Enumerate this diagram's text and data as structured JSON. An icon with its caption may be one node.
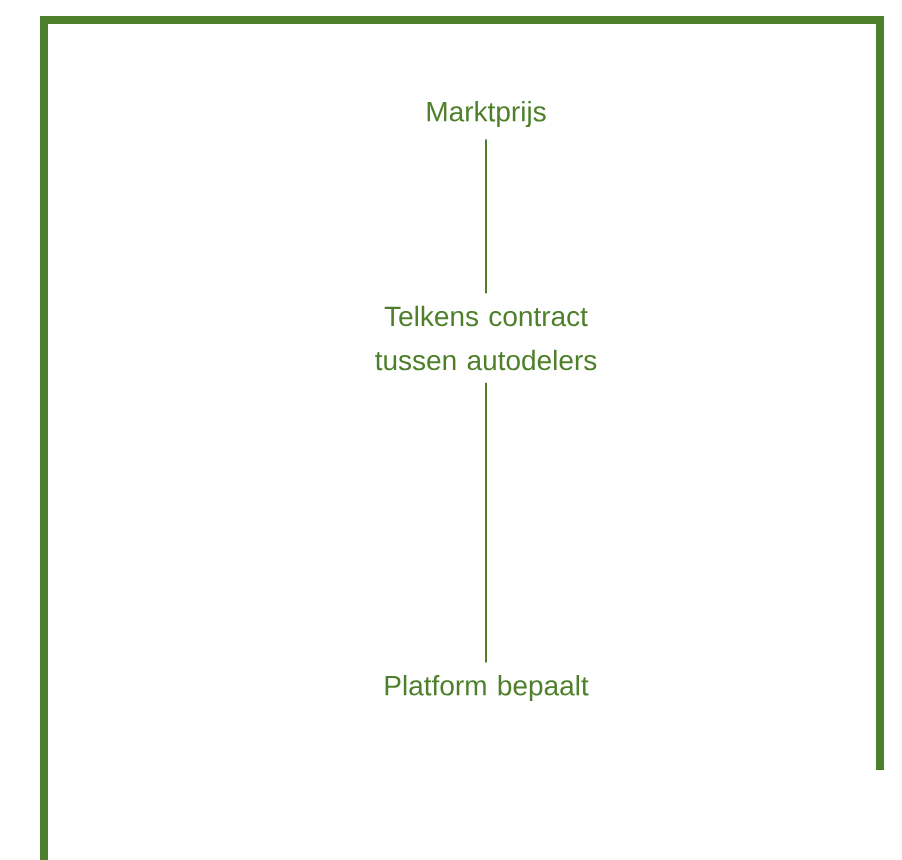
{
  "diagram": {
    "nodes": [
      {
        "text": [
          "Marktprijs"
        ]
      },
      {
        "text": [
          "Telkens contract tussen autodelers"
        ]
      },
      {
        "text": [
          "Platform bepaalt"
        ]
      }
    ],
    "edges": [
      {
        "from": 0,
        "to": 1,
        "arrow": "none"
      },
      {
        "from": 1,
        "to": 2,
        "arrow": "none"
      }
    ]
  }
}
